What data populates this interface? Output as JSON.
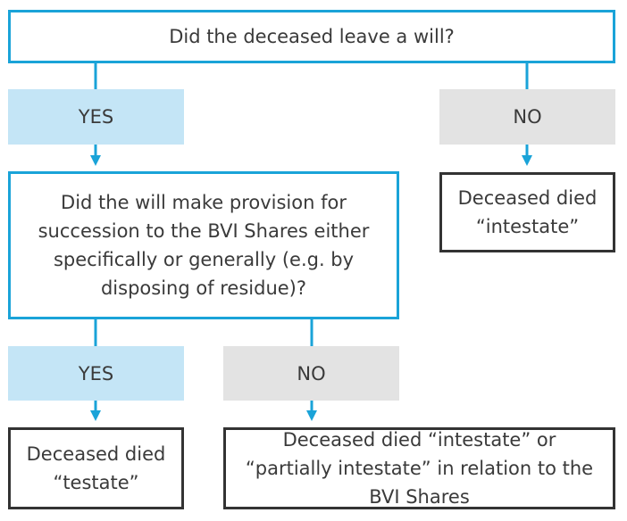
{
  "colors": {
    "connector": "#1aa3d8",
    "question_border": "#1aa3d8",
    "yes_fill": "#c4e5f6",
    "no_fill": "#e3e3e3",
    "outcome_border": "#333333",
    "text": "#3a3a3a"
  },
  "nodes": {
    "q1": "Did the deceased leave a will?",
    "yes1": "YES",
    "no1": "NO",
    "intestate": "Deceased died “intestate”",
    "q2": "Did the will make provision for succession to the BVI Shares either specifically or generally (e.g. by disposing of residue)?",
    "yes2": "YES",
    "no2": "NO",
    "testate": "Deceased died “testate”",
    "partial": "Deceased died “intestate” or “partially intestate” in relation to the BVI Shares"
  },
  "edges": [
    {
      "from": "q1",
      "to": "yes1"
    },
    {
      "from": "q1",
      "to": "no1"
    },
    {
      "from": "yes1",
      "to": "q2"
    },
    {
      "from": "no1",
      "to": "intestate"
    },
    {
      "from": "q2",
      "to": "yes2"
    },
    {
      "from": "q2",
      "to": "no2"
    },
    {
      "from": "yes2",
      "to": "testate"
    },
    {
      "from": "no2",
      "to": "partial"
    }
  ]
}
